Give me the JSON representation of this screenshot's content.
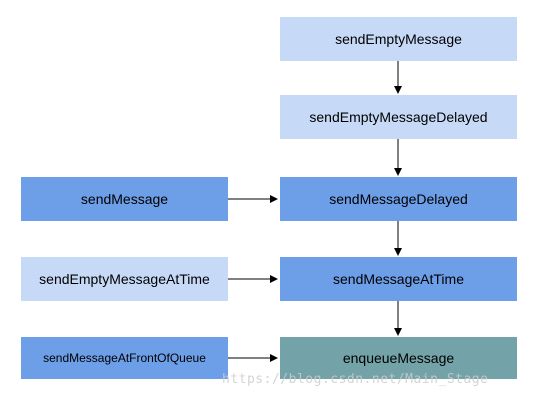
{
  "diagram": {
    "nodes": {
      "send_empty_message": "sendEmptyMessage",
      "send_empty_message_delayed": "sendEmptyMessageDelayed",
      "send_message": "sendMessage",
      "send_message_delayed": "sendMessageDelayed",
      "send_empty_message_at_time": "sendEmptyMessageAtTime",
      "send_message_at_time": "sendMessageAtTime",
      "send_message_at_front_of_queue": "sendMessageAtFrontOfQueue",
      "enqueue_message": "enqueueMessage"
    },
    "edges": [
      {
        "from": "sendEmptyMessage",
        "to": "sendEmptyMessageDelayed"
      },
      {
        "from": "sendEmptyMessageDelayed",
        "to": "sendMessageDelayed"
      },
      {
        "from": "sendMessage",
        "to": "sendMessageDelayed"
      },
      {
        "from": "sendMessageDelayed",
        "to": "sendMessageAtTime"
      },
      {
        "from": "sendEmptyMessageAtTime",
        "to": "sendMessageAtTime"
      },
      {
        "from": "sendMessageAtTime",
        "to": "enqueueMessage"
      },
      {
        "from": "sendMessageAtFrontOfQueue",
        "to": "enqueueMessage"
      }
    ],
    "colors": {
      "light_box": "#c6d9f6",
      "mid_box": "#6d9ee8",
      "teal_box": "#73a3a8",
      "arrow": "#000000"
    }
  },
  "watermark": "https://blog.csdn.net/Main_Stage"
}
